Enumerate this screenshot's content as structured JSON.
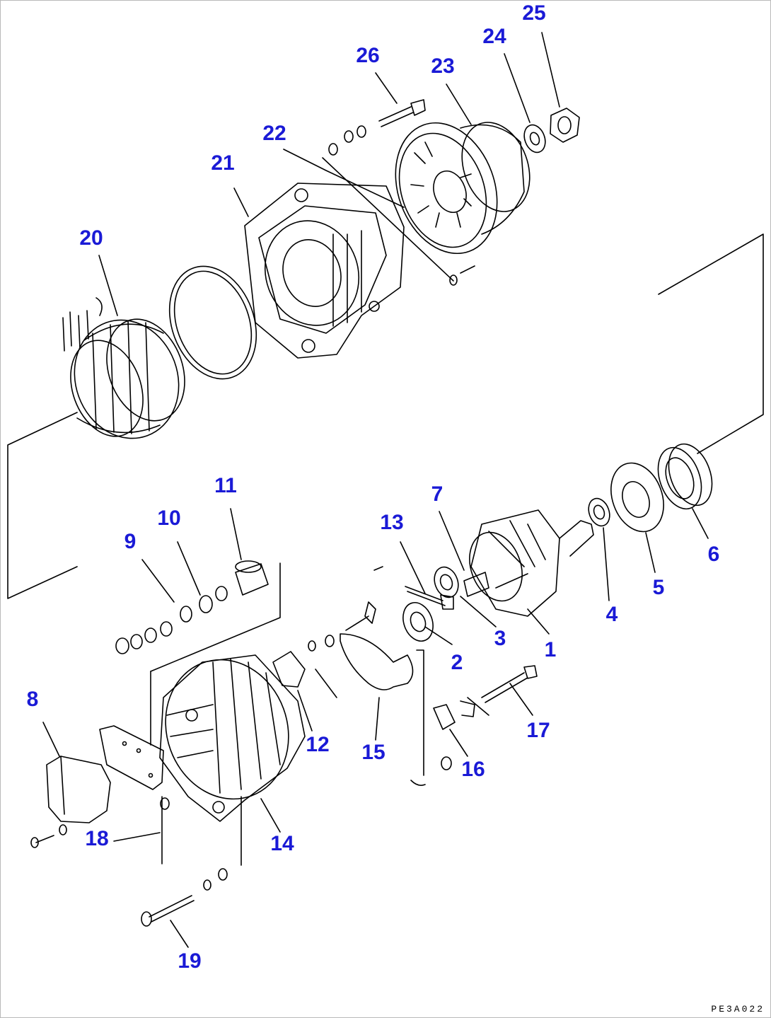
{
  "diagram": {
    "drawing_code": "PE3A022",
    "callout_color": "#1a1ad6",
    "line_color": "#000000",
    "callouts": [
      {
        "id": 1,
        "label": "1"
      },
      {
        "id": 2,
        "label": "2"
      },
      {
        "id": 3,
        "label": "3"
      },
      {
        "id": 4,
        "label": "4"
      },
      {
        "id": 5,
        "label": "5"
      },
      {
        "id": 6,
        "label": "6"
      },
      {
        "id": 7,
        "label": "7"
      },
      {
        "id": 8,
        "label": "8"
      },
      {
        "id": 9,
        "label": "9"
      },
      {
        "id": 10,
        "label": "10"
      },
      {
        "id": 11,
        "label": "11"
      },
      {
        "id": 12,
        "label": "12"
      },
      {
        "id": 13,
        "label": "13"
      },
      {
        "id": 14,
        "label": "14"
      },
      {
        "id": 15,
        "label": "15"
      },
      {
        "id": 16,
        "label": "16"
      },
      {
        "id": 17,
        "label": "17"
      },
      {
        "id": 18,
        "label": "18"
      },
      {
        "id": 19,
        "label": "19"
      },
      {
        "id": 20,
        "label": "20"
      },
      {
        "id": 21,
        "label": "21"
      },
      {
        "id": 22,
        "label": "22"
      },
      {
        "id": 23,
        "label": "23"
      },
      {
        "id": 24,
        "label": "24"
      },
      {
        "id": 25,
        "label": "25"
      },
      {
        "id": 26,
        "label": "26"
      }
    ]
  }
}
